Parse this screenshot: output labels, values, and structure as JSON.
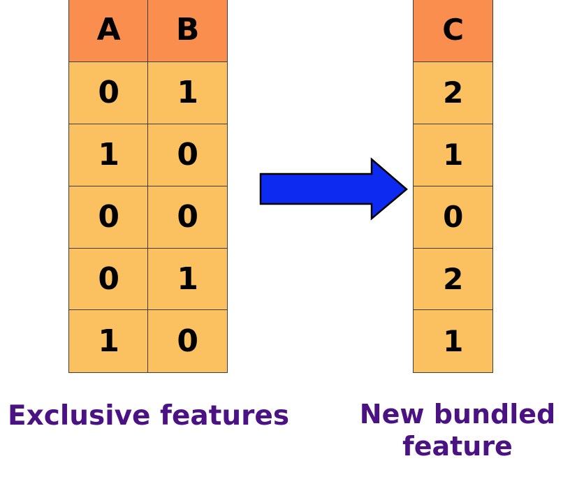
{
  "diagram": {
    "colors": {
      "header_fill": "#fa8e4f",
      "cell_fill": "#fbc05f",
      "cell_border": "#3d3d3d",
      "arrow_fill": "#0d2bf0",
      "arrow_stroke": "#000000",
      "caption_text": "#4b1283",
      "background": "#ffffff"
    },
    "left_table": {
      "columns": [
        {
          "header": "A",
          "values": [
            "0",
            "1",
            "0",
            "0",
            "1"
          ]
        },
        {
          "header": "B",
          "values": [
            "1",
            "0",
            "0",
            "1",
            "0"
          ]
        }
      ]
    },
    "right_table": {
      "columns": [
        {
          "header": "C",
          "values": [
            "2",
            "1",
            "0",
            "2",
            "1"
          ]
        }
      ]
    },
    "arrow": {
      "icon": "right-block-arrow-icon",
      "direction": "right"
    },
    "captions": {
      "left": "Exclusive features",
      "right_line1": "New bundled",
      "right_line2": "feature"
    }
  }
}
